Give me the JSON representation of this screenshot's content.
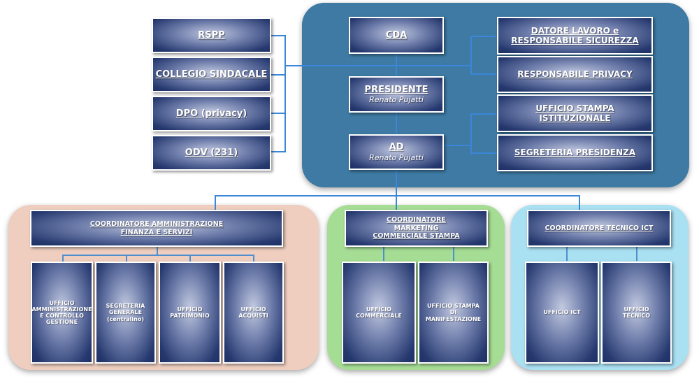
{
  "top_left": [
    {
      "label": "RSPP"
    },
    {
      "label": "COLLEGIO SINDACALE"
    },
    {
      "label": "DPO (privacy)"
    },
    {
      "label": "ODV (231)"
    }
  ],
  "board": {
    "cda": "CDA",
    "presidente": {
      "title": "PRESIDENTE",
      "name": "Renato Pujatti"
    },
    "ad": {
      "title": "AD",
      "name": "Renato Pujatti"
    }
  },
  "top_right": [
    {
      "label": "DATORE LAVORO e RESPONSABILE SICUREZZA"
    },
    {
      "label": "RESPONSABILE PRIVACY"
    },
    {
      "label": "UFFICIO STAMPA ISTITUZIONALE"
    },
    {
      "label": "SEGRETERIA PRESIDENZA"
    }
  ],
  "divisions": {
    "admin": {
      "coordinator": "COORDINATORE AMMINISTRAZIONE FINANZA E SERVIZI",
      "offices": [
        "UFFICIO AMMINISTRAZIONE E CONTROLLO GESTIONE",
        "SEGRETERIA GENERALE (centralino)",
        "UFFICIO PATRIMONIO",
        "UFFICIO ACQUISTI"
      ]
    },
    "marketing": {
      "coordinator": "COORDINATORE MARKETING COMMERCIALE STAMPA",
      "offices": [
        "UFFICIO COMMERCIALE",
        "UFFICIO STAMPA DI MANIFESTAZIONE"
      ]
    },
    "ict": {
      "coordinator": "COORDINATORE TECNICO ICT",
      "offices": [
        "UFFICIO ICT",
        "UFFICIO TECNICO"
      ]
    }
  },
  "colors": {
    "top_panel": "#3e7aa3",
    "admin_panel": "#efcebf",
    "marketing_panel": "#a6dd95",
    "ict_panel": "#a9e0f2",
    "box_dark": "#1e3064",
    "connector": "#3a86d8"
  }
}
